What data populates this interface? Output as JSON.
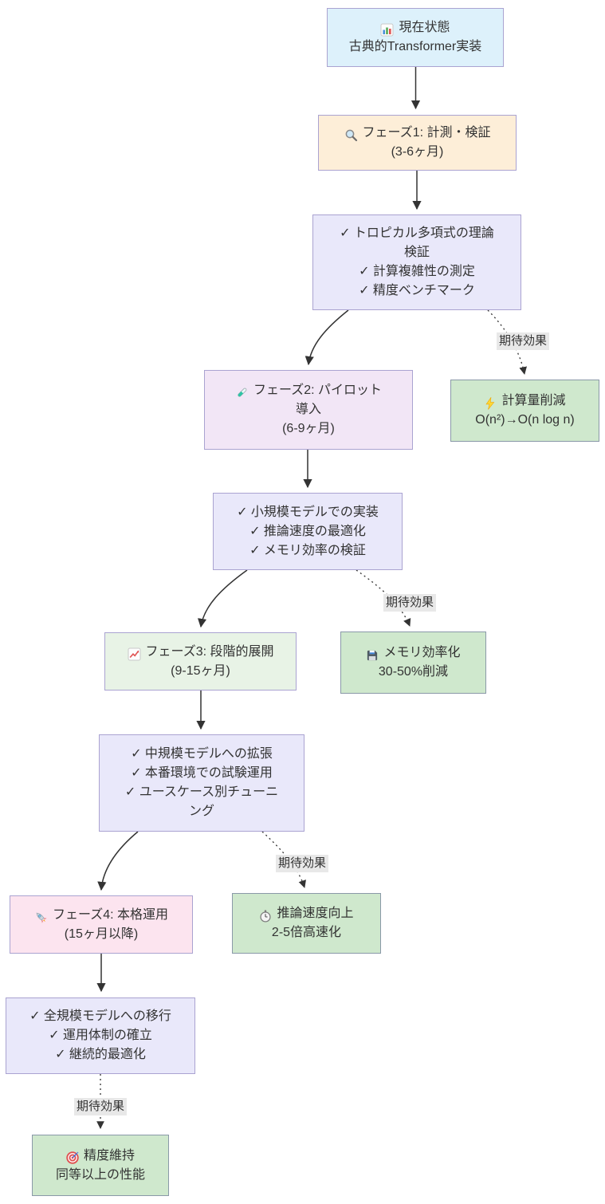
{
  "diagram": {
    "title_hint": "Transformer adoption roadmap flowchart",
    "effect_edge_label": "期待効果",
    "nodes": {
      "current": {
        "icon": "bar-chart-icon",
        "label": "現在状態\n古典的Transformer実装"
      },
      "phase1": {
        "icon": "magnifier-icon",
        "label": "フェーズ1: 計測・検証\n(3-6ヶ月)"
      },
      "phase1_tasks": {
        "label": "✓ トロピカル多項式の理論\n検証\n✓ 計算複雑性の測定\n✓ 精度ベンチマーク"
      },
      "effect1": {
        "icon": "zap-icon",
        "label": "計算量削減\nO(n²)→O(n log n)"
      },
      "phase2": {
        "icon": "test-tube-icon",
        "label": "フェーズ2: パイロット\n導入\n(6-9ヶ月)"
      },
      "phase2_tasks": {
        "label": "✓ 小規模モデルでの実装\n✓ 推論速度の最適化\n✓ メモリ効率の検証"
      },
      "effect2": {
        "icon": "floppy-disk-icon",
        "label": "メモリ効率化\n30-50%削減"
      },
      "phase3": {
        "icon": "chart-up-icon",
        "label": "フェーズ3: 段階的展開\n(9-15ヶ月)"
      },
      "phase3_tasks": {
        "label": "✓ 中規模モデルへの拡張\n✓ 本番環境での試験運用\n✓ ユースケース別チューニ\nング"
      },
      "effect3": {
        "icon": "stopwatch-icon",
        "label": "推論速度向上\n2-5倍高速化"
      },
      "phase4": {
        "icon": "rocket-icon",
        "label": "フェーズ4: 本格運用\n(15ヶ月以降)"
      },
      "phase4_tasks": {
        "label": "✓ 全規模モデルへの移行\n✓ 運用体制の確立\n✓ 継続的最適化"
      },
      "effect4": {
        "icon": "target-icon",
        "label": "精度維持\n同等以上の性能"
      }
    },
    "colors": {
      "current_fill": "#ddf1fb",
      "phase1_fill": "#fdeed8",
      "tasks_fill": "#e9e8fa",
      "phase2_fill": "#f2e6f6",
      "phase3_fill": "#e8f3e6",
      "phase4_fill": "#fce4ef",
      "effect_fill": "#cfe8cd",
      "node_border": "#aaa3d1",
      "effect_border": "#8a99a8",
      "edge_stroke": "#333333",
      "edge_label_bg": "#e8e8e8",
      "text": "#333333"
    }
  }
}
